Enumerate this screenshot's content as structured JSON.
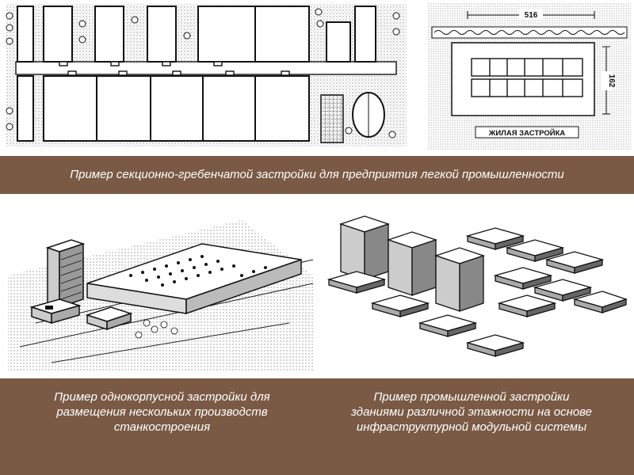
{
  "top_left_plan": {},
  "top_right_plan": {
    "dimension_width": "516",
    "dimension_height": "162",
    "zone_label": "ЖИЛАЯ ЗАСТРОЙКА"
  },
  "captions": {
    "top": "Пример секционно-гребенчатой застройки для предприятия легкой промышленности",
    "bottom_left": "Пример однокорпусной застройки для\nразмещения нескольких производств\nстанкостроения",
    "bottom_right": "Пример промышленной застройки\nзданиями различной этажности на основе\nинфраструктурной модульной системы"
  },
  "colors": {
    "band": "#7a5a45",
    "caption_text": "#ffffff",
    "ink": "#1a1a1a"
  }
}
